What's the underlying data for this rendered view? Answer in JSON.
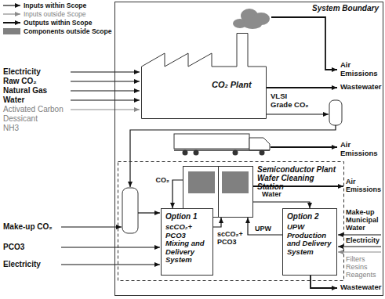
{
  "diagram": {
    "nodes": [
      {
        "text": [
          "System Boundary"
        ]
      },
      {
        "text": [
          "CO₂ Plant"
        ],
        "in": 0
      },
      {
        "text": [
          "Semiconductor Plant Wafer Cleaning Station"
        ],
        "in": 0
      },
      {
        "text": [
          "Option 1",
          "scCO₂+ PCO3 Mixing and Delivery System"
        ],
        "in": 0
      },
      {
        "text": [
          "Option 2",
          "UPW Production and Delivery System"
        ],
        "in": 0
      }
    ],
    "edges": [
      {
        "from": 2,
        "to": 3,
        "label": "CO₂",
        "arrow": "to"
      },
      {
        "from": 3,
        "to": 2,
        "label": "scCO₂+ PCO3",
        "arrow": "to"
      },
      {
        "from": 2,
        "to": 4,
        "label": "Water",
        "arrow": "to"
      },
      {
        "from": 4,
        "to": 2,
        "label": "UPW",
        "arrow": "to"
      }
    ],
    "labels": [
      "Electricity",
      "Raw CO₂",
      "Natural Gas",
      "Water",
      "Activated Carbon",
      "Dessicant",
      "NH3",
      "Air Emissions",
      "Wastewater",
      "VLSI Grade CO₂",
      "Air Emissions",
      "Air Emissions",
      "Make-up CO₂",
      "PCO3",
      "Electricity",
      "Make-up Municipal Water",
      "Electricity",
      "Filters",
      "Resins",
      "Reagents",
      "Wastewater"
    ],
    "legend": [
      {
        "text": "Inputs within Scope"
      },
      {
        "text": "Inputs outside Scope"
      },
      {
        "text": "Outputs within Scope"
      },
      {
        "text": "Components outside Scope",
        "color": "#808080"
      }
    ]
  }
}
